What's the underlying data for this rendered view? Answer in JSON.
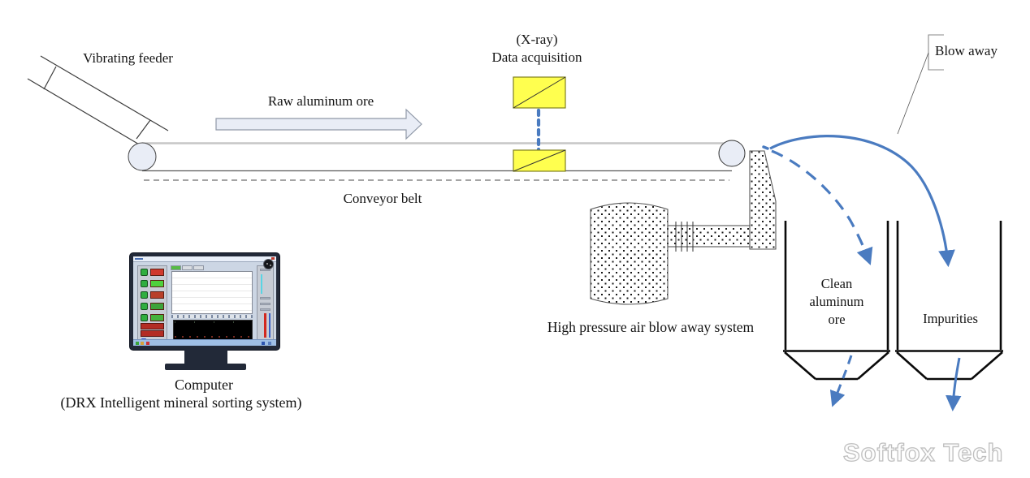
{
  "labels": {
    "vibrating_feeder": "Vibrating feeder",
    "raw_ore_arrow": "Raw aluminum ore",
    "xray": "(X-ray)",
    "data_acquisition": "Data acquisition",
    "conveyor_belt": "Conveyor belt",
    "blow_away": "Blow away",
    "air_system": "High pressure air blow away system",
    "clean_bin": [
      "Clean",
      "aluminum",
      "ore"
    ],
    "impurities_bin": "Impurities",
    "computer": "Computer",
    "computer_sub": "(DRX Intelligent mineral sorting system)"
  },
  "watermark": "Softfox Tech",
  "colors": {
    "flow_blue": "#4a7bc0",
    "xray_yellow": "#ffff4f",
    "light_fill": "#e9edf6",
    "bin_line": "#0a0a0a"
  }
}
